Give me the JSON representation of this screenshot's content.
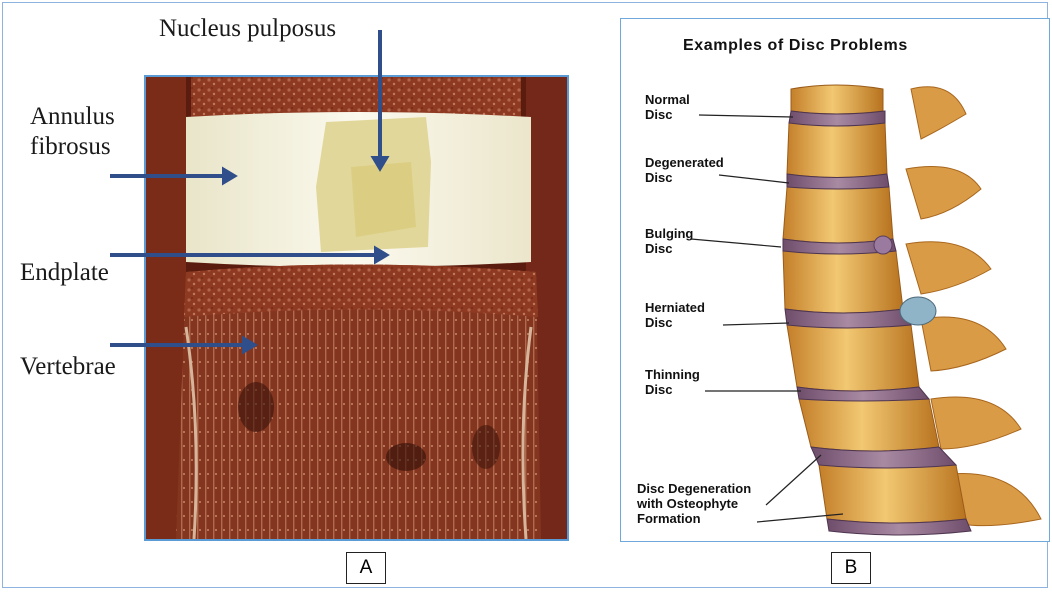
{
  "panel_a": {
    "labels": {
      "nucleus": "Nucleus pulposus",
      "annulus": "Annulus\nfibrosus",
      "endplate": "Endplate",
      "vertebrae": "Vertebrae"
    },
    "caption": "A"
  },
  "panel_b": {
    "title": "Examples of Disc Problems",
    "labels": [
      "Normal\nDisc",
      "Degenerated\nDisc",
      "Bulging\nDisc",
      "Herniated\nDisc",
      "Thinning\nDisc",
      "Disc Degeneration\nwith Osteophyte\nFormation"
    ],
    "caption": "B"
  },
  "colors": {
    "bone": "#e0a94a",
    "bone_dark": "#a8661d",
    "disc": "#8a6a86",
    "tissue": "#8e3a22",
    "annulus": "#f6f3e4",
    "nucleus": "#e6dc9a",
    "arrow": "#2f4e8a"
  }
}
